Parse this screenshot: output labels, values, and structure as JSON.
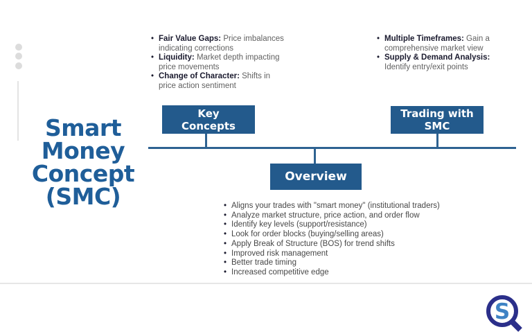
{
  "title": "Smart\nMoney\nConcept\n(SMC)",
  "nodes": {
    "key_concepts": {
      "label": "Key\nConcepts"
    },
    "trading": {
      "label": "Trading with\nSMC"
    },
    "overview": {
      "label": "Overview"
    }
  },
  "key_concepts_list": [
    {
      "label": "Fair Value Gaps:",
      "text": "Price imbalances indicating corrections"
    },
    {
      "label": "Liquidity:",
      "text": "Market depth impacting price movements"
    },
    {
      "label": "Change of Character:",
      "text": "Shifts in price action sentiment"
    }
  ],
  "trading_list": [
    {
      "label": "Multiple Timeframes:",
      "text": "Gain a comprehensive market view"
    },
    {
      "label": "Supply & Demand Analysis:",
      "text": "Identify entry/exit points"
    }
  ],
  "overview_list": [
    "Aligns your trades with \"smart money\" (institutional traders)",
    "Analyze market structure, price action, and order flow",
    "Identify key levels (support/resistance)",
    "Look for order blocks (buying/selling areas)",
    "Apply Break of Structure (BOS) for trend shifts",
    "Improved risk management",
    "Better trade timing",
    "Increased competitive edge"
  ],
  "logo": {
    "letter": "S"
  },
  "colors": {
    "node_fill": "#235a8c",
    "title_blue": "#1f5e99",
    "connector": "#2e6291",
    "logo_ring": "#2b2f8a",
    "logo_letter": "#3f83c4"
  }
}
